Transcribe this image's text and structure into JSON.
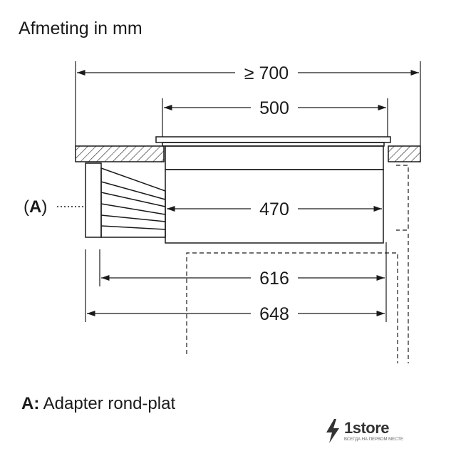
{
  "title": "Afmeting in mm",
  "dimensions": {
    "d700": "≥ 700",
    "d500": "500",
    "d470": "470",
    "d616": "616",
    "d648": "648"
  },
  "callout": {
    "open": "(",
    "letter": "A",
    "close": ")"
  },
  "legend": {
    "key": "A:",
    "text": "Adapter rond-plat"
  },
  "logo": {
    "name": "1store",
    "tagline": "ВСЕГДА НА ПЕРВОМ МЕСТЕ"
  },
  "colors": {
    "line": "#1a1a1a",
    "hatch": "#1a1a1a",
    "logo_bolt": "#333333"
  }
}
